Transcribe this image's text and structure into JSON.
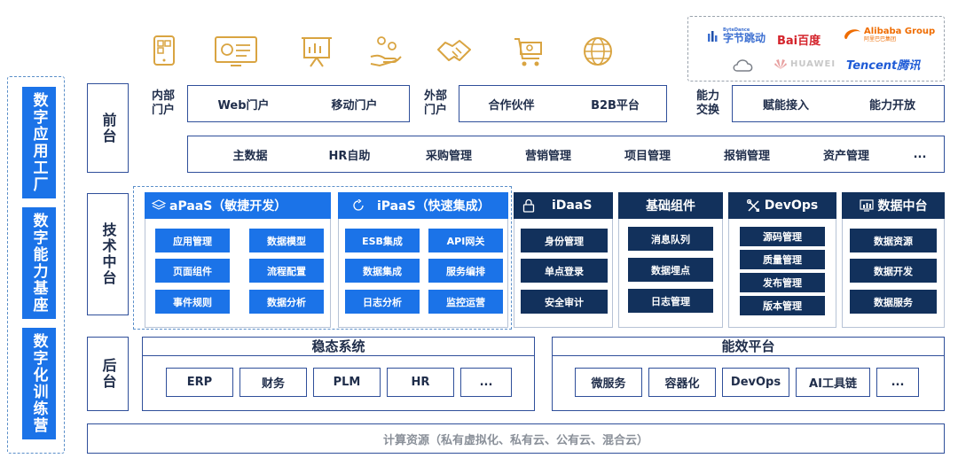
{
  "logos": {
    "bytedance_sub": "ByteDance",
    "bytedance": "字节跳动",
    "baidu": "Bai百度",
    "alibaba": "Alibaba Group",
    "alibaba_sub": "阿里巴巴集团",
    "huawei": "HUAWEI",
    "tencent": "Tencent腾讯"
  },
  "left_column": {
    "app_factory": "数字应用工厂",
    "capability_base": "数字能力基座",
    "training_camp": "数字化训练营"
  },
  "front": {
    "label": "前台",
    "internal_label": "内部门户",
    "internal_items": [
      "Web门户",
      "移动门户"
    ],
    "external_label": "外部门户",
    "external_items": [
      "合作伙伴",
      "B2B平台"
    ],
    "capability_label": "能力交换",
    "capability_items": [
      "赋能接入",
      "能力开放"
    ],
    "apps": [
      "主数据",
      "HR自助",
      "采购管理",
      "营销管理",
      "项目管理",
      "报销管理",
      "资产管理",
      "..."
    ]
  },
  "middle": {
    "label": "技术中台",
    "apaas": {
      "title": "aPaaS（敏捷开发）",
      "items": [
        "应用管理",
        "数据模型",
        "页面组件",
        "流程配置",
        "事件规则",
        "数据分析"
      ]
    },
    "ipaas": {
      "title": "iPaaS（快速集成）",
      "items": [
        "ESB集成",
        "API网关",
        "数据集成",
        "服务编排",
        "日志分析",
        "监控运营"
      ]
    },
    "idaas": {
      "title": "iDaaS",
      "items": [
        "身份管理",
        "单点登录",
        "安全审计"
      ]
    },
    "base_components": {
      "title": "基础组件",
      "items": [
        "消息队列",
        "数据埋点",
        "日志管理"
      ]
    },
    "devops": {
      "title": "DevOps",
      "items": [
        "源码管理",
        "质量管理",
        "发布管理",
        "版本管理"
      ]
    },
    "data_platform": {
      "title": "数据中台",
      "items": [
        "数据资源",
        "数据开发",
        "数据服务"
      ]
    }
  },
  "back": {
    "label": "后台",
    "steady": {
      "title": "稳态系统",
      "items": [
        "ERP",
        "财务",
        "PLM",
        "HR",
        "..."
      ]
    },
    "efficiency": {
      "title": "能效平台",
      "items": [
        "微服务",
        "容器化",
        "DevOps",
        "AI工具链",
        "..."
      ]
    }
  },
  "compute": "计算资源（私有虚拟化、私有云、公有云、混合云）",
  "colors": {
    "blue": "#1b73e8",
    "navy": "#12315c",
    "border": "#2f4f9a",
    "icon_gold": "#d9a441"
  }
}
